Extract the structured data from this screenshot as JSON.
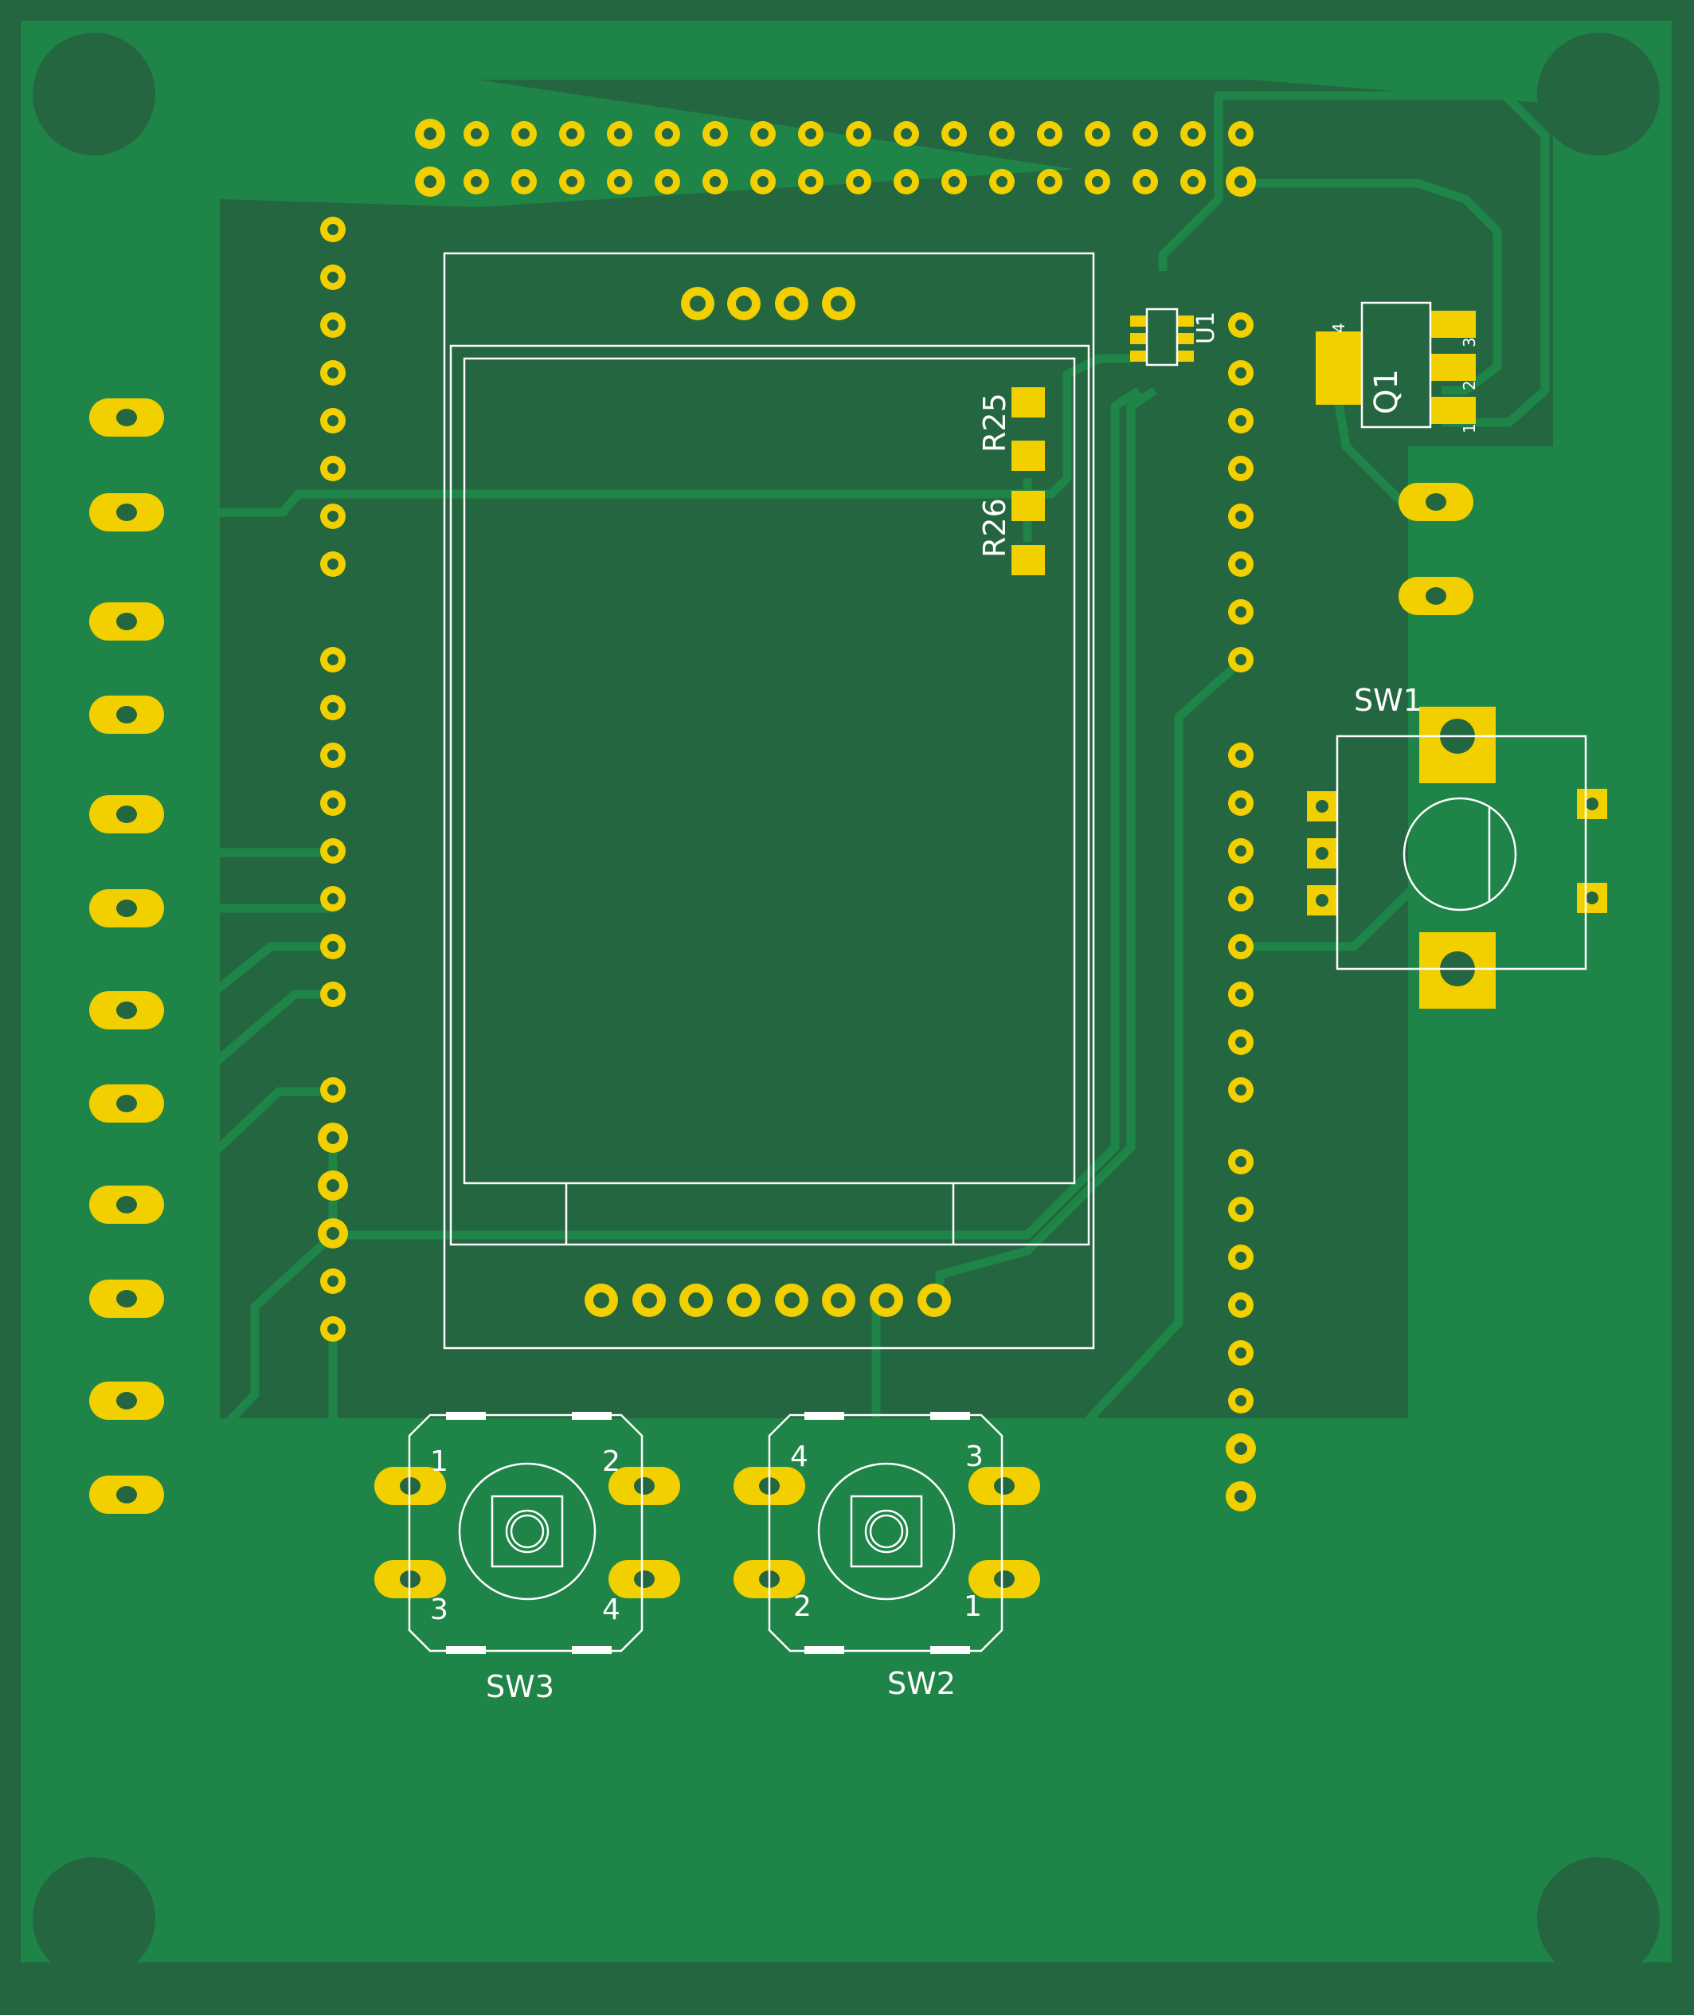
{
  "board": {
    "title": "PCB layout (top copper + silkscreen)",
    "colors": {
      "board_border": "#23663f",
      "copper_fill": "#1f8447",
      "keepout": "#23663f",
      "trace": "#1f8447",
      "pad": "#f2d000",
      "drill": "#23663f",
      "silkscreen": "#ffffff"
    }
  },
  "designators": {
    "r25": "R25",
    "r26": "R26",
    "u1": "U1",
    "q1": "Q1",
    "sw1": "SW1",
    "sw2": "SW2",
    "sw3": "SW3"
  },
  "pin_labels": {
    "q1_pin4": "4",
    "q1_pin3": "3",
    "q1_pin2": "2",
    "q1_pin1": "1",
    "sw3_pin1": "1",
    "sw3_pin2": "2",
    "sw3_pin3": "3",
    "sw3_pin4": "4",
    "sw2_pin4": "4",
    "sw2_pin3": "3",
    "sw2_pin2": "2",
    "sw2_pin1": "1"
  },
  "components": [
    {
      "ref": "R25",
      "type": "resistor-smd"
    },
    {
      "ref": "R26",
      "type": "resistor-smd"
    },
    {
      "ref": "U1",
      "type": "ic-smd"
    },
    {
      "ref": "Q1",
      "type": "transistor-sot223"
    },
    {
      "ref": "SW1",
      "type": "rotary-encoder"
    },
    {
      "ref": "SW2",
      "type": "tactile-switch"
    },
    {
      "ref": "SW3",
      "type": "tactile-switch"
    }
  ]
}
